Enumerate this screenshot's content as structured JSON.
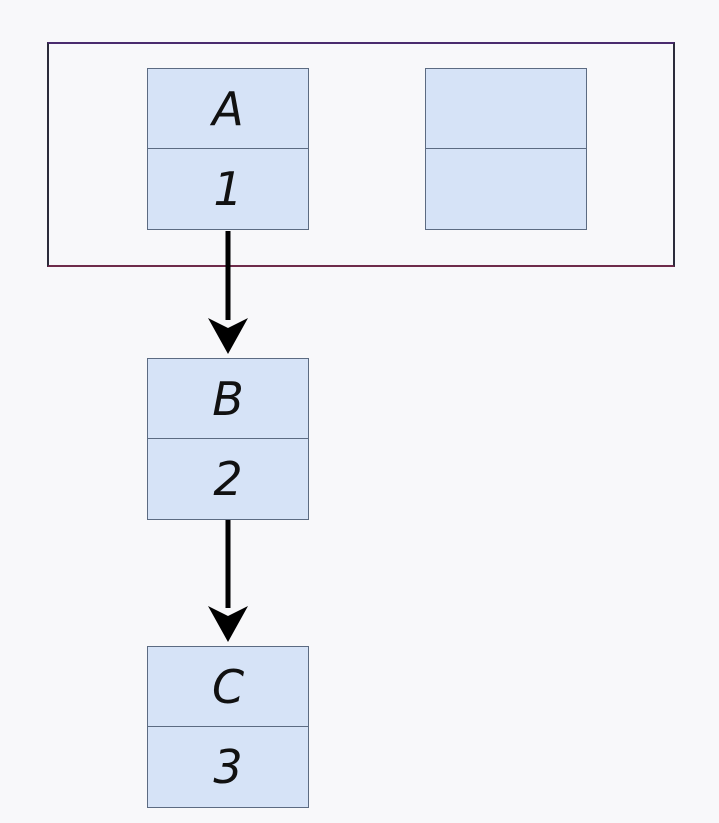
{
  "nodes": {
    "a": {
      "key": "A",
      "value": "1"
    },
    "empty": {
      "key": "",
      "value": ""
    },
    "b": {
      "key": "B",
      "value": "2"
    },
    "c": {
      "key": "C",
      "value": "3"
    }
  },
  "colors": {
    "node_fill": "#d6e3f7",
    "node_border": "#5c6b82",
    "arrow": "#000000",
    "background": "#f8f8fa"
  }
}
